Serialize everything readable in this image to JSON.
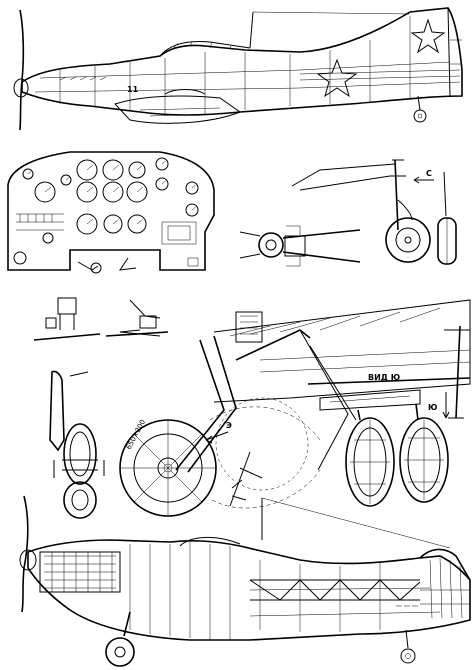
{
  "labels": {
    "view_c": "C",
    "view_yu": "ВИД Ю",
    "arrow_yu": "Ю",
    "arrow_e": "Э",
    "unit_number": "11",
    "tire_text": "650×200"
  }
}
